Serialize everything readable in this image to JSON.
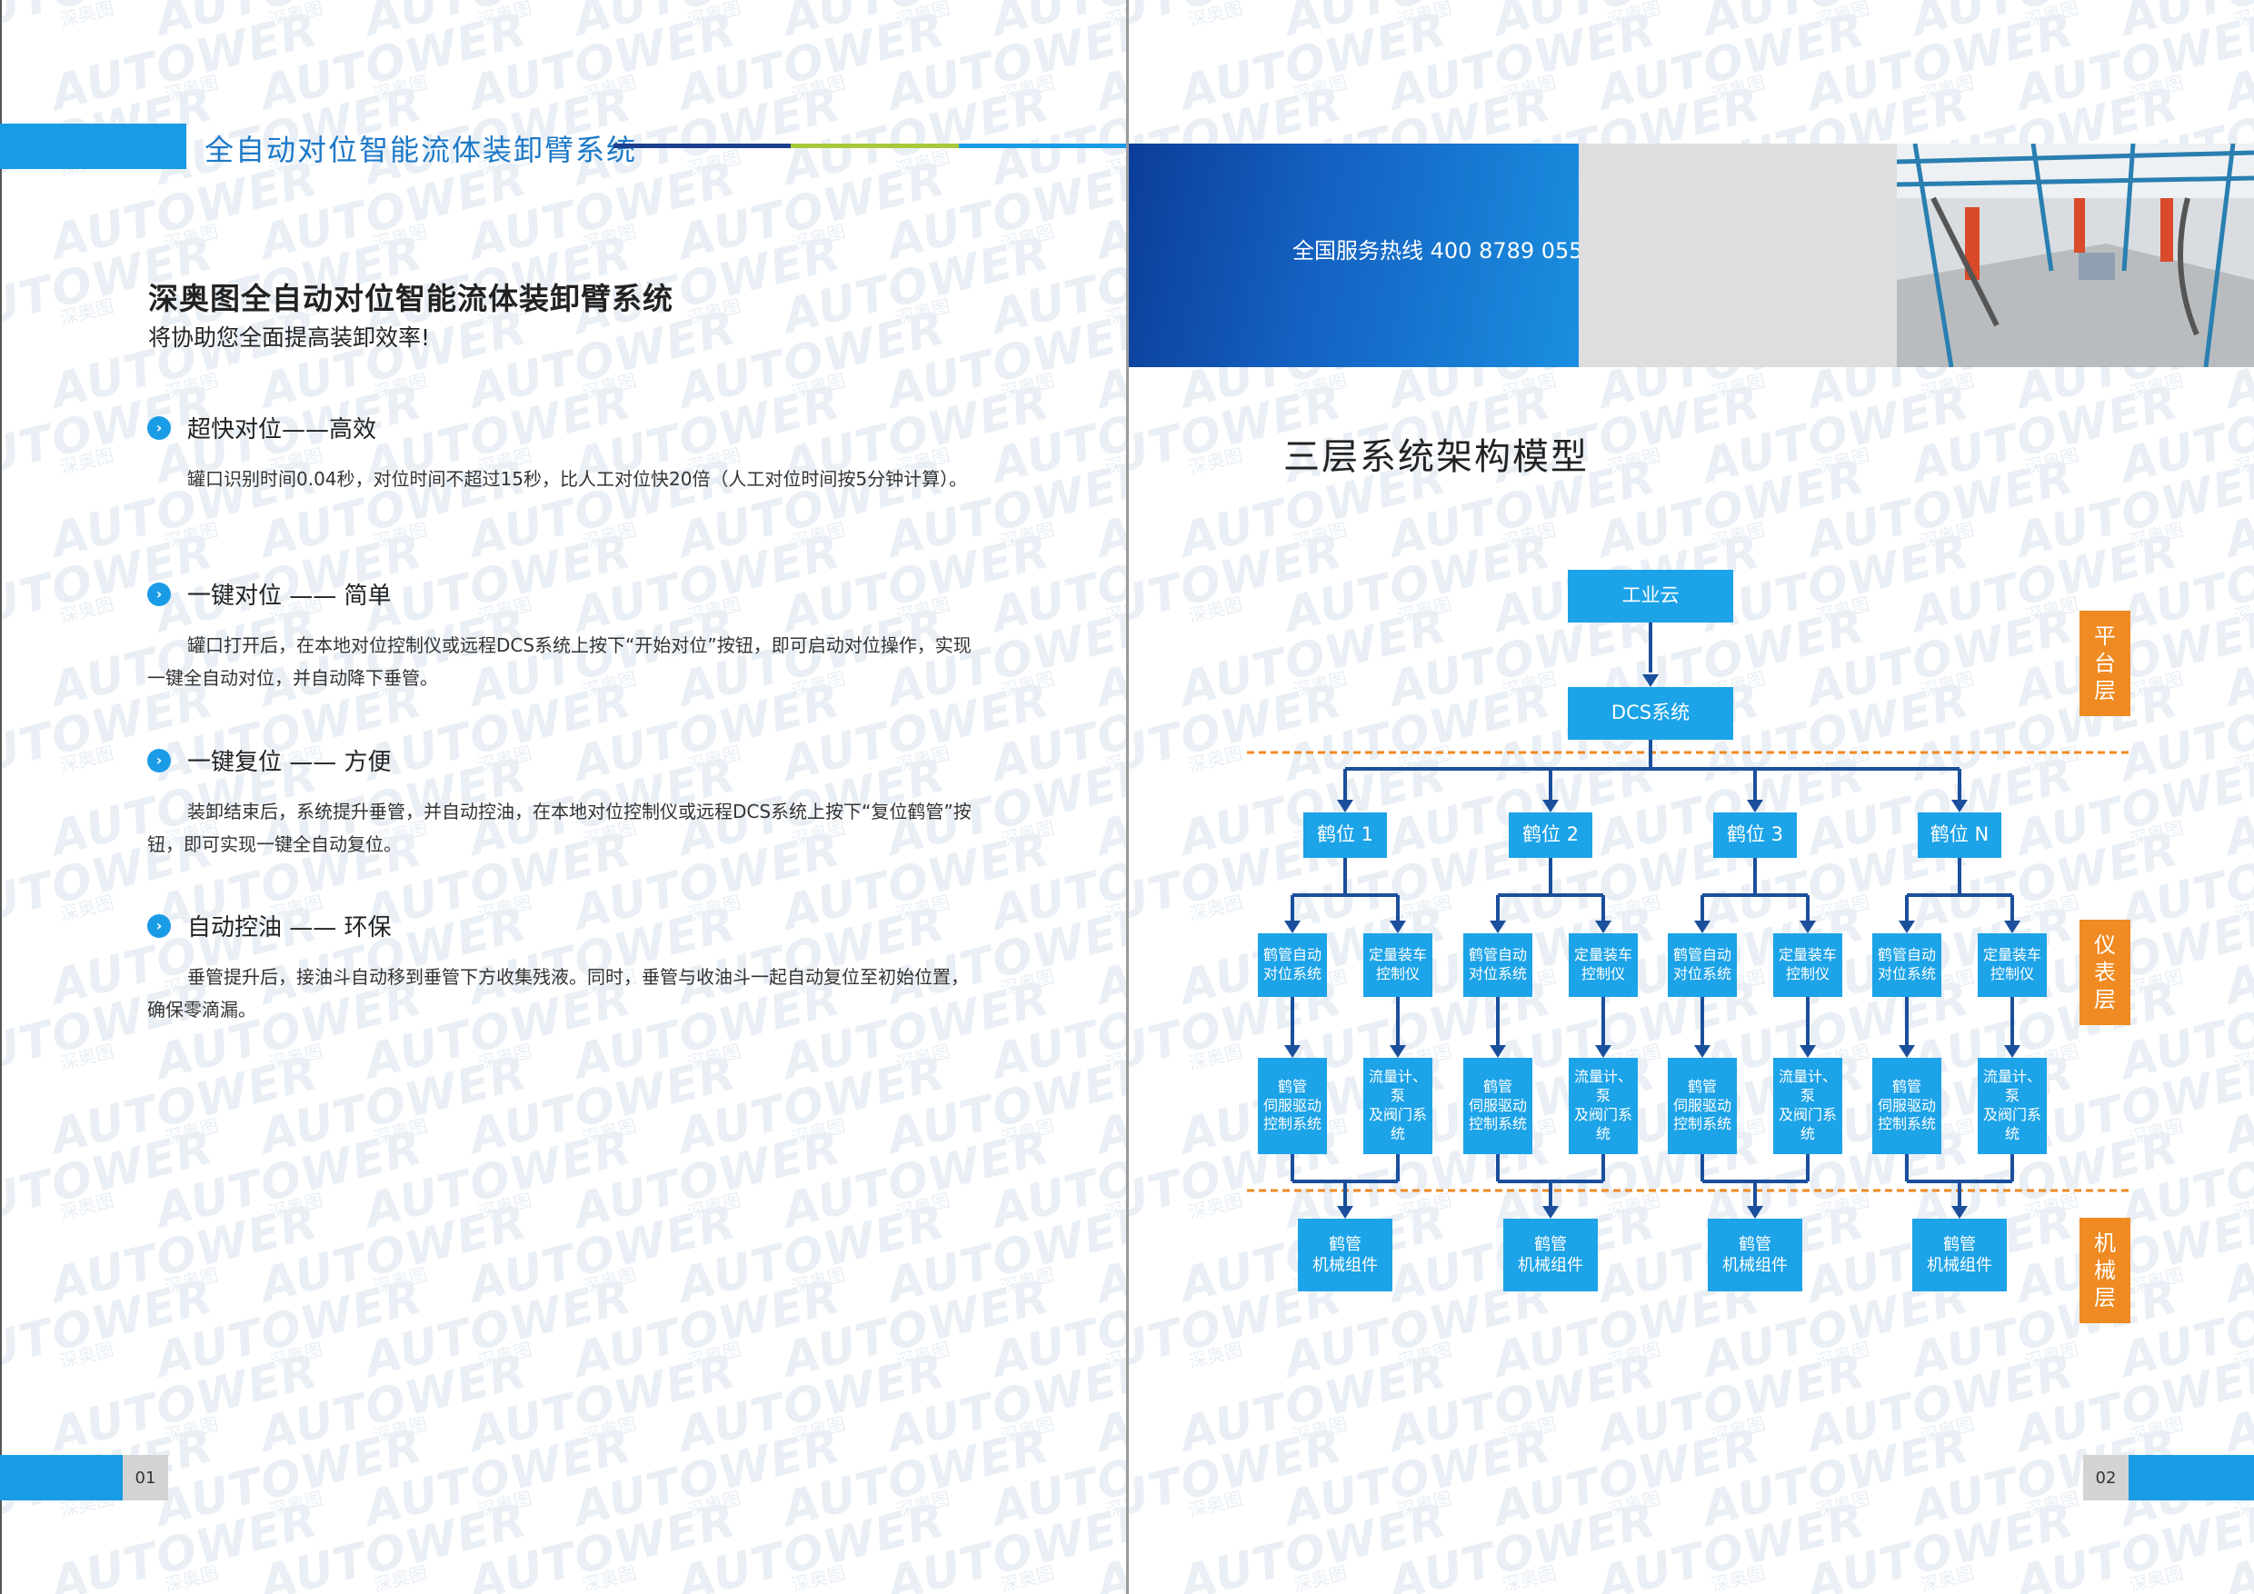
{
  "left_page": {
    "header_title": "全自动对位智能流体装卸臂系统",
    "headline": "深奥图全自动对位智能流体装卸臂系统",
    "subheadline": "将协助您全面提高装卸效率!",
    "features": [
      {
        "title": "超快对位——高效",
        "text": "罐口识别时间0.04秒，对位时间不超过15秒，比人工对位快20倍（人工对位时间按5分钟计算）。"
      },
      {
        "title": "一键对位 —— 简单",
        "text": "罐口打开后，在本地对位控制仪或远程DCS系统上按下“开始对位”按钮，即可启动对位操作，实现一键全自动对位，并自动降下垂管。"
      },
      {
        "title": "一键复位 —— 方便",
        "text": "装卸结束后，系统提升垂管，并自动控油，在本地对位控制仪或远程DCS系统上按下“复位鹤管”按钮，即可实现一键全自动复位。"
      },
      {
        "title": "自动控油 —— 环保",
        "text": "垂管提升后，接油斗自动移到垂管下方收集残液。同时，垂管与收油斗一起自动复位至初始位置，确保零滴漏。"
      }
    ],
    "page_number": "01"
  },
  "right_page": {
    "hotline": "全国服务热线 400 8789 055",
    "diagram_title": "三层系统架构模型",
    "diagram": {
      "cloud": "工业云",
      "dcs": "DCS系统",
      "positions": [
        "鹤位 1",
        "鹤位 2",
        "鹤位 3",
        "鹤位 N"
      ],
      "position_children": [
        "鹤管自动\n对位系统",
        "定量装车\n控制仪"
      ],
      "position_grandchildren": [
        "鹤管\n伺服驱动\n控制系统",
        "流量计、泵\n及阀门系统"
      ],
      "mechanical": "鹤管\n机械组件",
      "layers": [
        "平\n台\n层",
        "仪\n表\n层",
        "机\n械\n层"
      ]
    },
    "page_number": "02"
  },
  "watermark": {
    "brand": "AUTOWER",
    "cn": "深奥图"
  },
  "colors": {
    "primary_blue": "#1a9be6",
    "dark_blue": "#0b3d98",
    "title_blue": "#1b78c8",
    "accent_orange": "#f08a22",
    "accent_green": "#a8c83c",
    "connector": "#1b4f9c"
  }
}
